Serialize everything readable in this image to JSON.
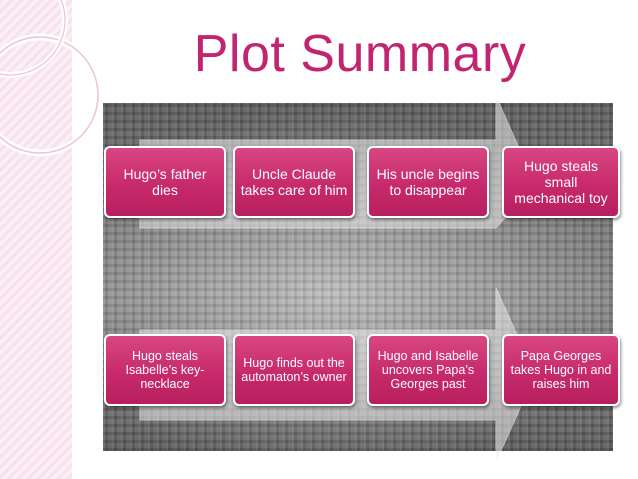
{
  "title": "Plot Summary",
  "colors": {
    "accent": "#c2246f",
    "box_fill": "#c72a6c"
  },
  "rows": [
    {
      "boxes": [
        "Hugo’s father dies",
        "Uncle Claude takes care of him",
        "His uncle begins to disappear",
        "Hugo steals small mechanical toy"
      ]
    },
    {
      "boxes": [
        "Hugo steals Isabelle’s key-necklace",
        "Hugo finds out the automaton’s owner",
        "Hugo and Isabelle uncovers Papa’s Georges past",
        "Papa Georges takes Hugo in and raises him"
      ]
    }
  ]
}
